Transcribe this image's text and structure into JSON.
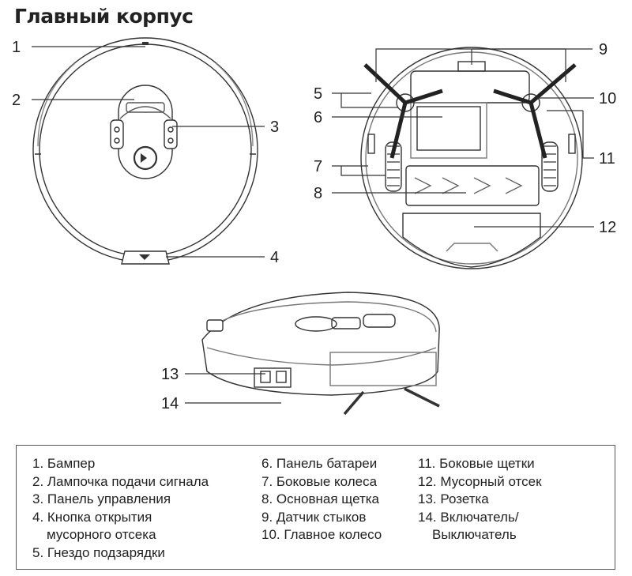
{
  "title": "Главный корпус",
  "callout_numbers": [
    "1",
    "2",
    "3",
    "4",
    "5",
    "6",
    "7",
    "8",
    "9",
    "10",
    "11",
    "12",
    "13",
    "14"
  ],
  "legend": {
    "column1": [
      "1. Бампер",
      "2. Лампочка подачи сигнала",
      "3. Панель управления",
      "4. Кнопка открытия",
      "мусорного отсека",
      "5. Гнездо подзарядки"
    ],
    "column2": [
      "6. Панель батареи",
      "7. Боковые колеса",
      "8. Основная щетка",
      "9. Датчик стыков",
      "10. Главное колесо"
    ],
    "column3": [
      "11. Боковые щетки",
      "12. Мусорный отсек",
      "13. Розетка",
      "14. Включатель/",
      "Выключатель"
    ]
  }
}
